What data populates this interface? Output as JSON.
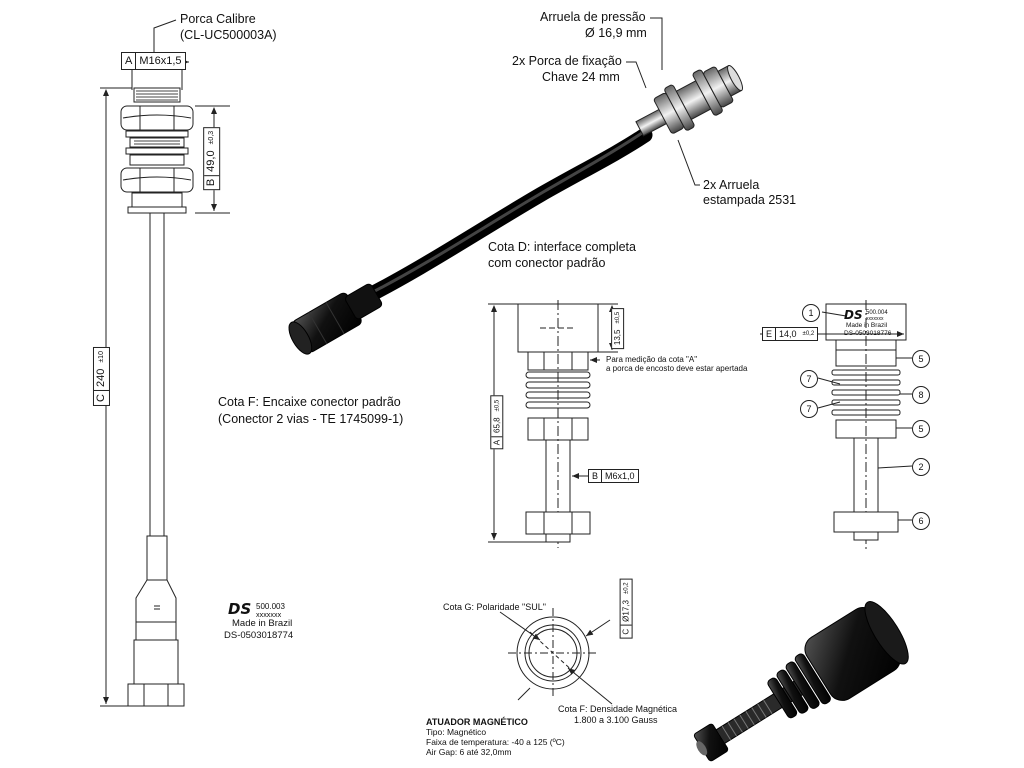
{
  "left_drawing": {
    "nut_label_1": "Porca Calibre",
    "nut_label_2": "(CL-UC500003A)",
    "dim_a_key": "A",
    "dim_a_val": "M16x1,5",
    "dim_b_key": "B",
    "dim_b_val": "49,0",
    "dim_b_tol": "±0,3",
    "dim_c_key": "C",
    "dim_c_val": "240",
    "dim_c_tol": "±10",
    "logo": "DS",
    "logo_code": "500.003",
    "logo_sub": "xxxxxxx",
    "made": "Made in Brazil",
    "part": "DS-0503018774"
  },
  "iso_sensor": {
    "washer_1": "Arruela de pressão",
    "washer_2": "Ø 16,9 mm",
    "nut_1": "2x Porca de fixação",
    "nut_2": "Chave 24 mm",
    "stamp_1": "2x Arruela",
    "stamp_2": "estampada 2531",
    "cota_d_1": "Cota D: interface completa",
    "cota_d_2": "com conector padrão",
    "cota_f_1": "Cota F: Encaixe conector padrão",
    "cota_f_2": "(Conector 2 vias - TE 1745099-1)"
  },
  "mid_drawing": {
    "dim_top": "13,5",
    "dim_top_tol": "±0,5",
    "note_1": "Para medição da cota \"A\"",
    "note_2": "a porca de encosto deve estar apertada",
    "dim_a_key": "A",
    "dim_a_val": "65,8",
    "dim_a_tol": "±0,5",
    "dim_b_key": "B",
    "dim_b_val": "M6x1,0"
  },
  "right_drawing": {
    "logo": "DS",
    "logo_code": "500.004",
    "logo_sub": "xxxxxxx",
    "made": "Made in Brazil",
    "part": "DS-0503018776",
    "dim_e_key": "E",
    "dim_e_val": "14,0",
    "dim_e_tol": "±0,2",
    "balloons": [
      "1",
      "5",
      "7",
      "8",
      "7",
      "5",
      "2",
      "6"
    ]
  },
  "magnet": {
    "cota_g": "Cota G: Polaridade \"SUL\"",
    "dim_c_key": "C",
    "dim_c_val": "Ø17,3",
    "dim_c_tol": "±0,2",
    "cota_f_1": "Cota F: Densidade Magnética",
    "cota_f_2": "1.800 a 3.100 Gauss",
    "spec_title": "ATUADOR MAGNÉTICO",
    "spec_1": "Tipo: Magnético",
    "spec_2": "Faixa de temperatura: -40 a 125 (ºC)",
    "spec_3": "Air Gap: 6 até 32,0mm"
  }
}
